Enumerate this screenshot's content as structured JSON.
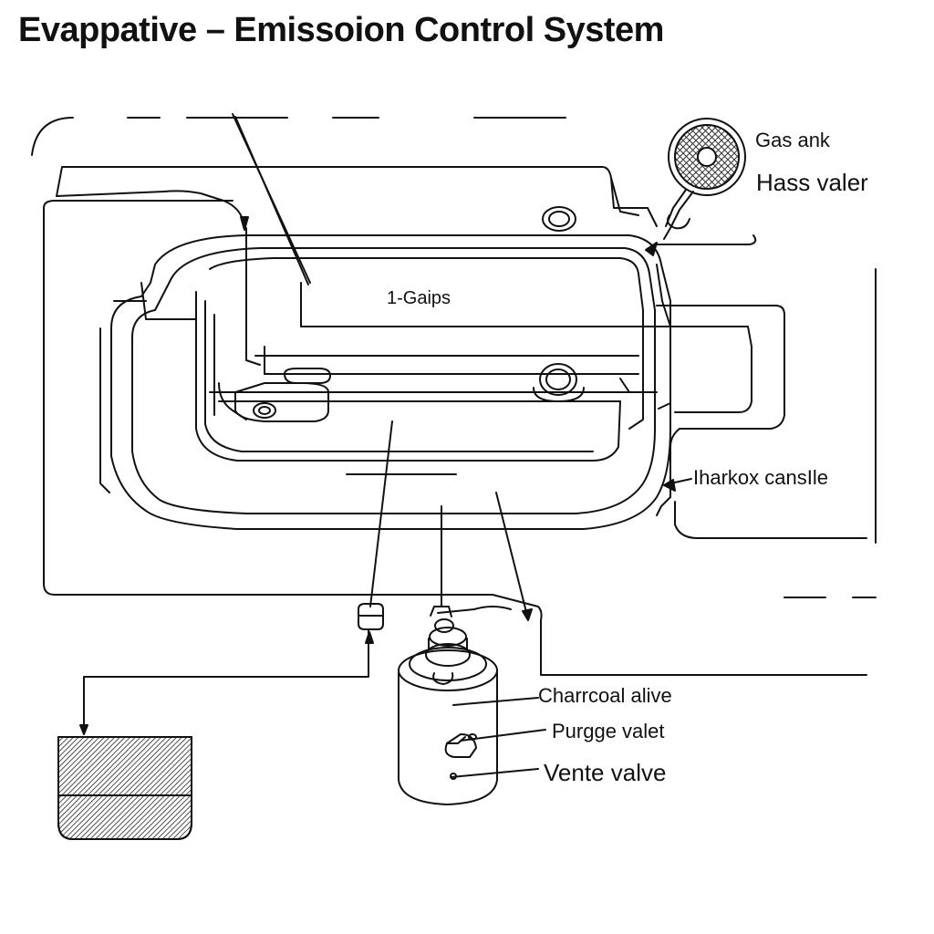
{
  "diagram": {
    "title": "Evappative – Emissoion Control System",
    "labels": {
      "gas_tank": "Gas ank",
      "hass_valve": "Hass valer",
      "gaips": "1-Gaips",
      "charkox_canister": "Iharkox cansIle",
      "charcoal": "Charrcoal alive",
      "purge_valve": "Purgge valet",
      "vent_valve": "Vente valve"
    }
  }
}
